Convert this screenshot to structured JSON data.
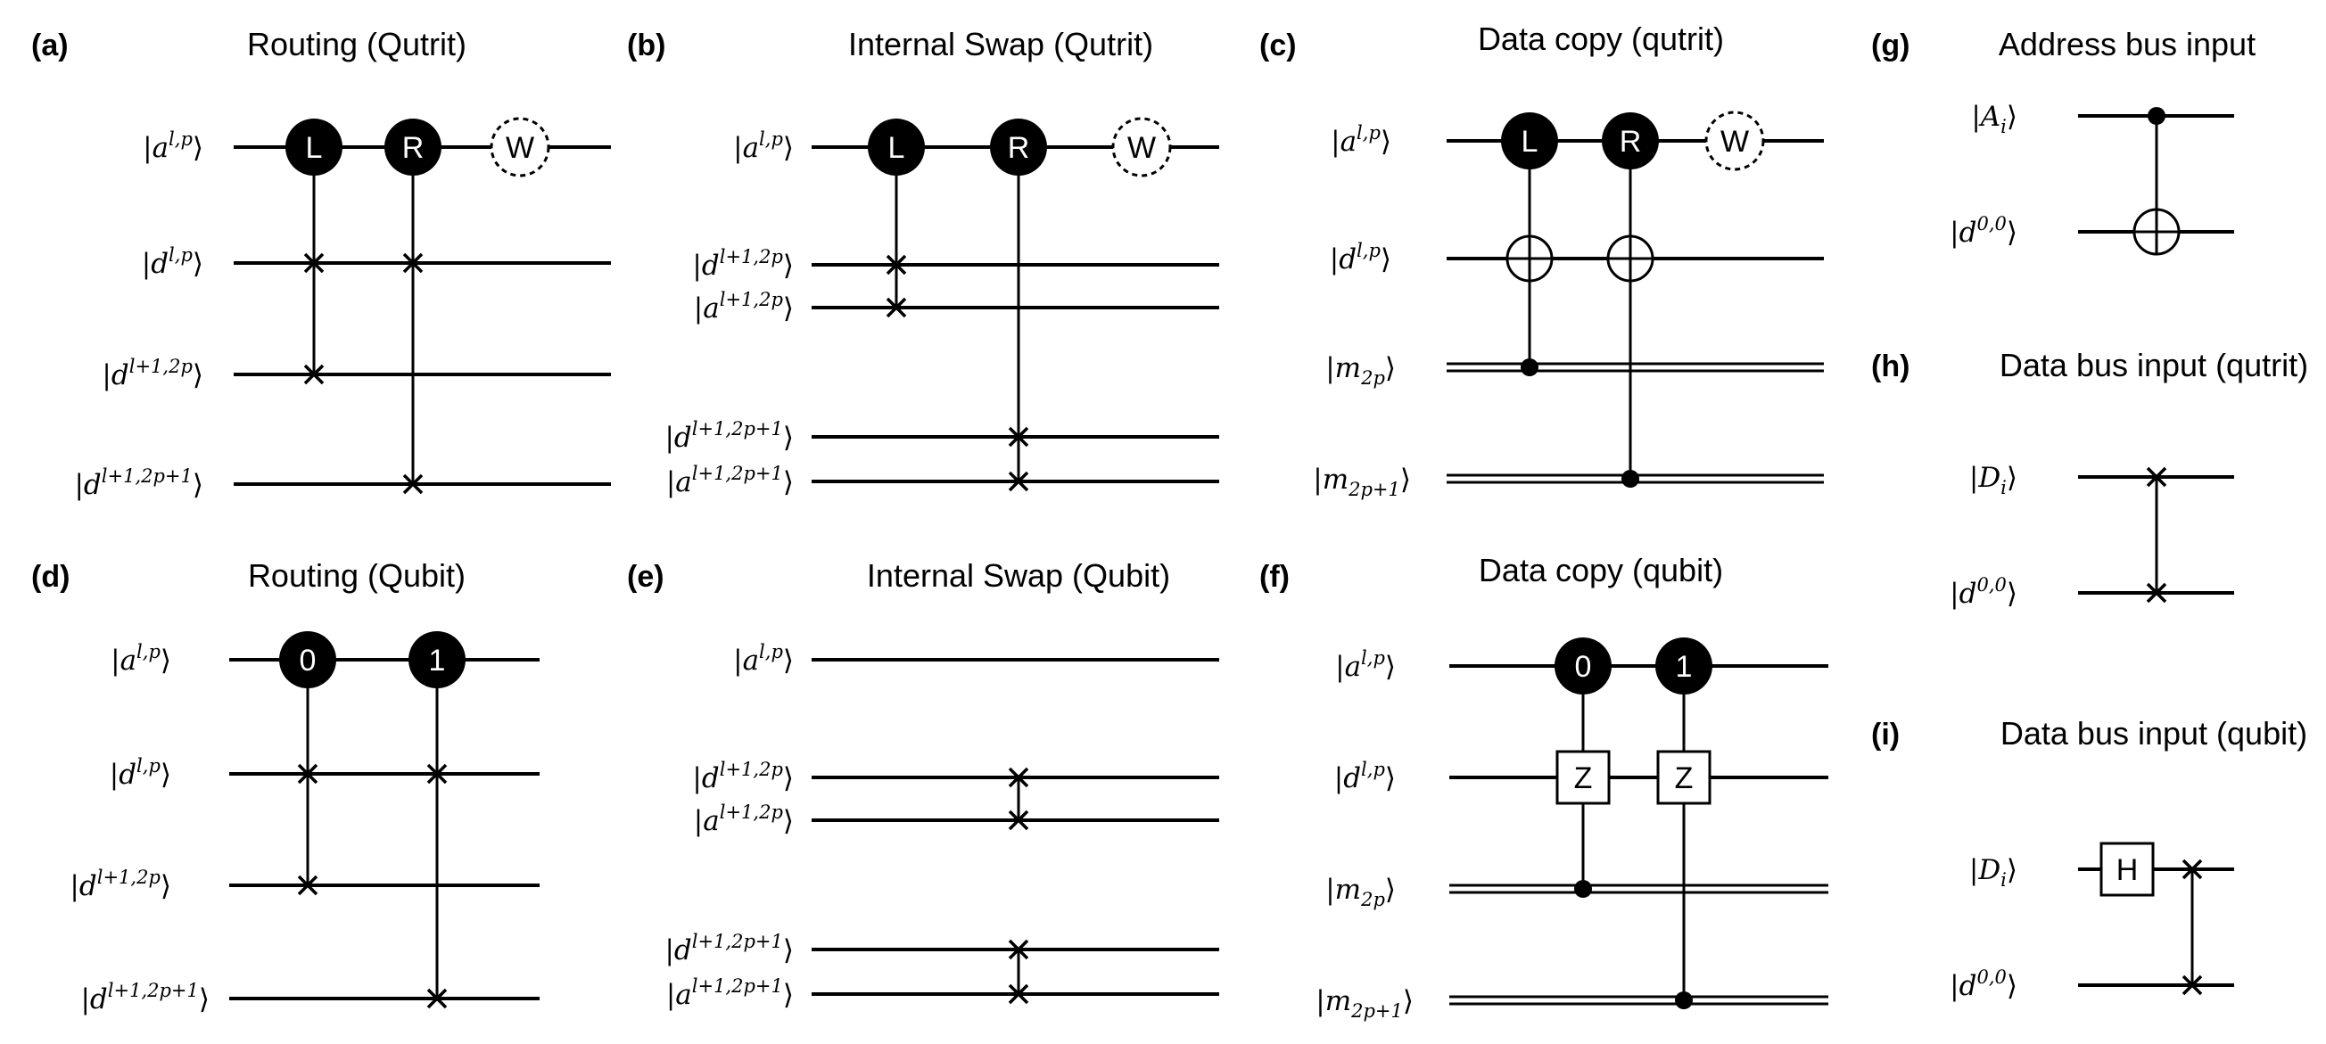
{
  "panels": [
    {
      "key": "a",
      "label": "(a)",
      "title": "Routing (Qutrit)",
      "qubits": [
        "|a^{l,p}⟩",
        "|d^{l,p}⟩",
        "|d^{l+1,2p}⟩",
        "|d^{l+1,2p+1}⟩"
      ],
      "gates": [
        {
          "kind": "dot",
          "text": "L",
          "q": 0
        },
        {
          "kind": "dot",
          "text": "R",
          "q": 0
        },
        {
          "kind": "dashed",
          "text": "W",
          "q": 0
        }
      ]
    },
    {
      "key": "b",
      "label": "(b)",
      "title": "Internal Swap (Qutrit)",
      "qubits": [
        "|a^{l,p}⟩",
        "|d^{l+1,2p}⟩",
        "|a^{l+1,2p}⟩",
        "|d^{l+1,2p+1}⟩",
        "|a^{l+1,2p+1}⟩"
      ],
      "gates": [
        {
          "kind": "dot",
          "text": "L",
          "q": 0
        },
        {
          "kind": "dot",
          "text": "R",
          "q": 0
        },
        {
          "kind": "dashed",
          "text": "W",
          "q": 0
        }
      ]
    },
    {
      "key": "c",
      "label": "(c)",
      "title": "Data copy (qutrit)",
      "qubits": [
        "|a^{l,p}⟩",
        "|d^{l,p}⟩",
        "|m_{2p}⟩",
        "|m_{2p+1}⟩"
      ],
      "gates": [
        {
          "kind": "dot",
          "text": "L",
          "q": 0
        },
        {
          "kind": "dot",
          "text": "R",
          "q": 0
        },
        {
          "kind": "dashed",
          "text": "W",
          "q": 0
        }
      ]
    },
    {
      "key": "d",
      "label": "(d)",
      "title": "Routing (Qubit)",
      "qubits": [
        "|a^{l,p}⟩",
        "|d^{l,p}⟩",
        "|d^{l+1,2p}⟩",
        "|d^{l+1,2p+1}⟩"
      ],
      "gates": [
        {
          "kind": "dot",
          "text": "0",
          "q": 0
        },
        {
          "kind": "dot",
          "text": "1",
          "q": 0
        }
      ]
    },
    {
      "key": "e",
      "label": "(e)",
      "title": "Internal Swap (Qubit)",
      "qubits": [
        "|a^{l,p}⟩",
        "|d^{l+1,2p}⟩",
        "|a^{l+1,2p}⟩",
        "|d^{l+1,2p+1}⟩",
        "|a^{l+1,2p+1}⟩"
      ],
      "gates": []
    },
    {
      "key": "f",
      "label": "(f)",
      "title": "Data copy (qubit)",
      "qubits": [
        "|a^{l,p}⟩",
        "|d^{l,p}⟩",
        "|m_{2p}⟩",
        "|m_{2p+1}⟩"
      ],
      "gates": [
        {
          "kind": "dot",
          "text": "0",
          "q": 0
        },
        {
          "kind": "dot",
          "text": "1",
          "q": 0
        },
        {
          "kind": "box",
          "text": "Z",
          "q": 1
        },
        {
          "kind": "box",
          "text": "Z",
          "q": 1
        }
      ]
    },
    {
      "key": "g",
      "label": "(g)",
      "title": "Address bus input",
      "qubits": [
        "|A_i⟩",
        "|d^{0,0}⟩"
      ],
      "gates": []
    },
    {
      "key": "h",
      "label": "(h)",
      "title": "Data bus input (qutrit)",
      "qubits": [
        "|D_i⟩",
        "|d^{0,0}⟩"
      ],
      "gates": []
    },
    {
      "key": "i",
      "label": "(i)",
      "title": "Data bus input (qubit)",
      "qubits": [
        "|D_i⟩",
        "|d^{0,0}⟩"
      ],
      "gates": [
        {
          "kind": "box",
          "text": "H",
          "q": 0
        }
      ]
    }
  ]
}
